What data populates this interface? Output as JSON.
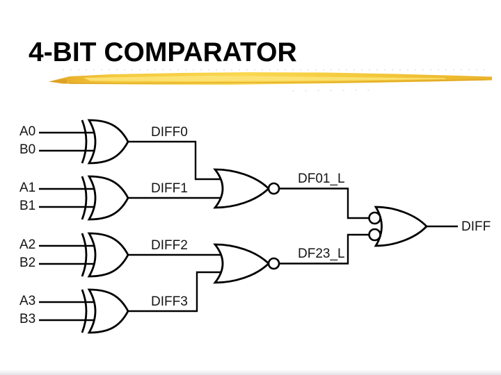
{
  "slide": {
    "title": "4-BIT COMPARATOR",
    "title_color": "#000000",
    "highlight_color": "#f6cd43",
    "highlight_dark": "#d79c1e",
    "background": "#ffffff"
  },
  "circuit": {
    "line_color": "#000000",
    "xor_gates": [
      {
        "type": "XOR",
        "input_a": "A0",
        "input_b": "B0",
        "output": "DIFF0"
      },
      {
        "type": "XOR",
        "input_a": "A1",
        "input_b": "B1",
        "output": "DIFF1"
      },
      {
        "type": "XOR",
        "input_a": "A2",
        "input_b": "B2",
        "output": "DIFF2"
      },
      {
        "type": "XOR",
        "input_a": "A3",
        "input_b": "B3",
        "output": "DIFF3"
      }
    ],
    "nor_gates": [
      {
        "type": "NOR",
        "inputs": [
          "DIFF0",
          "DIFF1"
        ],
        "output": "DF01_L"
      },
      {
        "type": "NOR",
        "inputs": [
          "DIFF2",
          "DIFF3"
        ],
        "output": "DF23_L"
      }
    ],
    "output_gate": {
      "type": "OR with inverted inputs",
      "inputs": [
        "DF01_L",
        "DF23_L"
      ],
      "output": "DIFF"
    }
  }
}
